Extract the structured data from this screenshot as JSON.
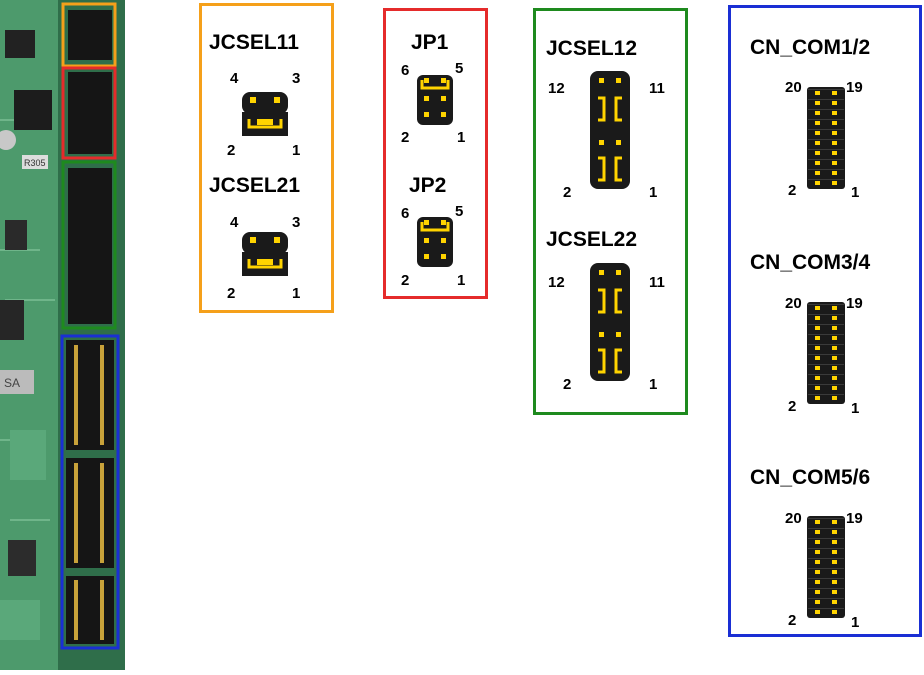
{
  "colors": {
    "orange": "#f5a01a",
    "red": "#e52b2b",
    "green": "#1e8a1e",
    "blue": "#1a2fd4",
    "jumper_yellow": "#ffd400",
    "header_black": "#1a1a1a",
    "board_green": "#3f8a5e"
  },
  "groups": {
    "orange": {
      "headers": [
        {
          "title": "JCSEL11",
          "pin_tl": "4",
          "pin_tr": "3",
          "pin_bl": "2",
          "pin_br": "1"
        },
        {
          "title": "JCSEL21",
          "pin_tl": "4",
          "pin_tr": "3",
          "pin_bl": "2",
          "pin_br": "1"
        }
      ]
    },
    "red": {
      "headers": [
        {
          "title": "JP1",
          "pin_tl": "6",
          "pin_tr": "5",
          "pin_bl": "2",
          "pin_br": "1"
        },
        {
          "title": "JP2",
          "pin_tl": "6",
          "pin_tr": "5",
          "pin_bl": "2",
          "pin_br": "1"
        }
      ]
    },
    "green": {
      "headers": [
        {
          "title": "JCSEL12",
          "pin_tl": "12",
          "pin_tr": "11",
          "pin_bl": "2",
          "pin_br": "1"
        },
        {
          "title": "JCSEL22",
          "pin_tl": "12",
          "pin_tr": "11",
          "pin_bl": "2",
          "pin_br": "1"
        }
      ]
    },
    "blue": {
      "headers": [
        {
          "title": "CN_COM1/2",
          "pin_tl": "20",
          "pin_tr": "19",
          "pin_bl": "2",
          "pin_br": "1"
        },
        {
          "title": "CN_COM3/4",
          "pin_tl": "20",
          "pin_tr": "19",
          "pin_bl": "2",
          "pin_br": "1"
        },
        {
          "title": "CN_COM5/6",
          "pin_tl": "20",
          "pin_tr": "19",
          "pin_bl": "2",
          "pin_br": "1"
        }
      ]
    }
  },
  "board_photo": {
    "silkscreen_1": "R305",
    "silkscreen_2": "SA"
  }
}
